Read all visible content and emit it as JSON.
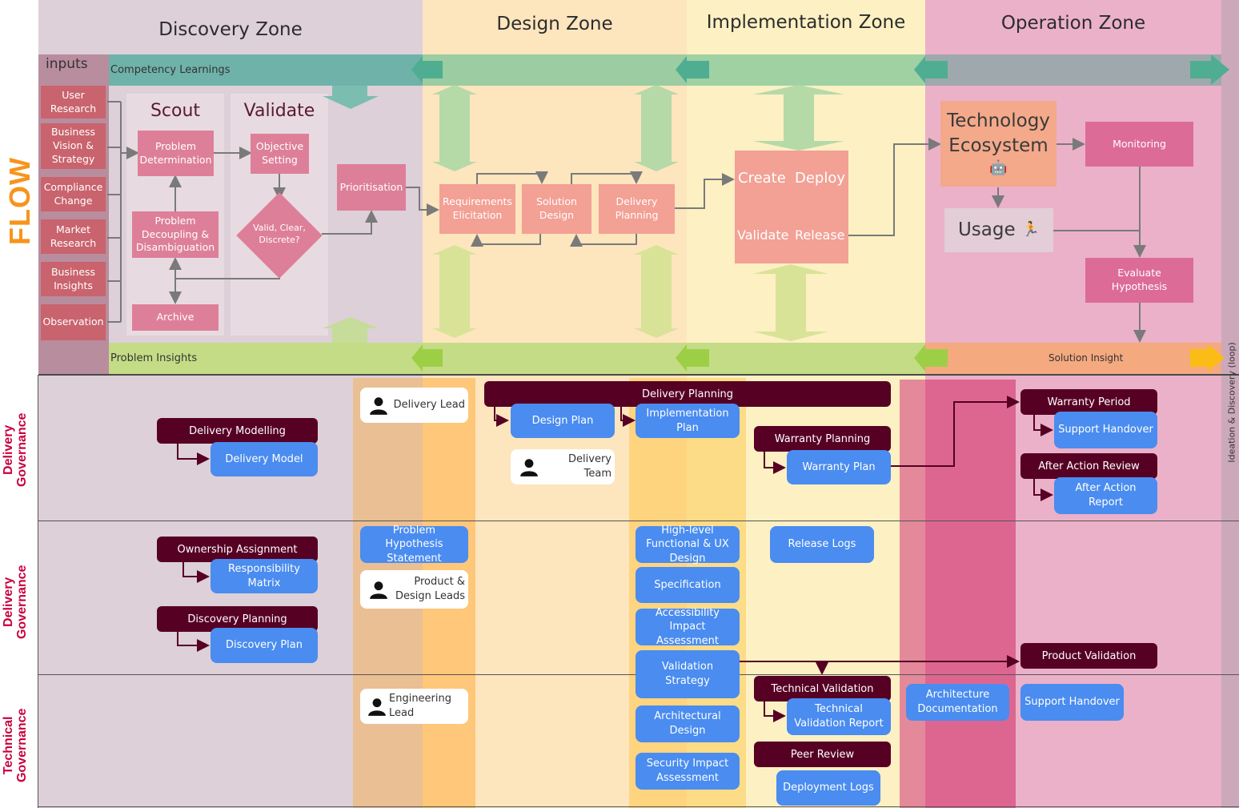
{
  "zones": {
    "discovery": "Discovery Zone",
    "design": "Design Zone",
    "implementation": "Implementation Zone",
    "operation": "Operation Zone"
  },
  "flow_label": "FLOW",
  "inputs_header": "inputs",
  "inputs": [
    "User Research",
    "Business Vision & Strategy",
    "Compliance Change",
    "Market Research",
    "Business Insights",
    "Observation"
  ],
  "bands": {
    "top": "Competency Learnings",
    "bottom_left": "Problem Insights",
    "bottom_right": "Solution Insight",
    "loop": "Ideation & Discovery (loop)"
  },
  "discovery": {
    "scout": "Scout",
    "validate": "Validate",
    "problem_determination": "Problem Determination",
    "objective_setting": "Objective Setting",
    "problem_decoupling": "Problem Decoupling & Disambiguation",
    "decision": "Valid, Clear, Discrete?",
    "archive": "Archive",
    "prioritisation": "Prioritisation"
  },
  "design": {
    "requirements": "Requirements Elicitation",
    "solution_design": "Solution Design",
    "delivery_planning": "Delivery Planning"
  },
  "implementation": {
    "create": "Create",
    "deploy": "Deploy",
    "validate": "Validate",
    "release": "Release"
  },
  "operation": {
    "tech_ecosystem": "Technology Ecosystem",
    "robot_icon": "🤖",
    "monitoring": "Monitoring",
    "usage": "Usage",
    "usage_icon": "🏃",
    "evaluate": "Evaluate Hypothesis"
  },
  "swimlanes": {
    "lane1": "Delivery Governance",
    "lane2": "Delivery Governance",
    "lane3": "Technical Governance"
  },
  "governance": {
    "delivery_modelling": "Delivery Modelling",
    "delivery_model": "Delivery Model",
    "delivery_lead": "Delivery Lead",
    "delivery_planning": "Delivery Planning",
    "design_plan": "Design Plan",
    "implementation_plan": "Implementation Plan",
    "delivery_team": "Delivery Team",
    "warranty_planning": "Warranty Planning",
    "warranty_plan": "Warranty Plan",
    "warranty_period": "Warranty Period",
    "support_handover_1": "Support Handover",
    "after_action_review": "After Action Review",
    "after_action_report": "After Action Report",
    "ownership_assignment": "Ownership Assignment",
    "responsibility_matrix": "Responsibility Matrix",
    "discovery_planning": "Discovery Planning",
    "discovery_plan": "Discovery Plan",
    "problem_hypothesis": "Problem Hypothesis Statement",
    "product_design_leads": "Product & Design Leads",
    "hl_functional": "High-level Functional & UX Design",
    "specification": "Specification",
    "accessibility": "Accessibility Impact Assessment",
    "validation_strategy": "Validation Strategy",
    "release_logs": "Release Logs",
    "product_validation": "Product Validation",
    "engineering_lead": "Engineering Lead",
    "architectural_design": "Architectural Design",
    "security_impact": "Security Impact Assessment",
    "technical_validation": "Technical Validation",
    "technical_validation_report": "Technical Validation Report",
    "peer_review": "Peer Review",
    "deployment_logs": "Deployment Logs",
    "architecture_documentation": "Architecture Documentation",
    "support_handover_2": "Support Handover"
  },
  "colors": {
    "discovery_bg": "#ddd0d8",
    "design_bg": "#fde4bd",
    "implementation_bg": "#fdefc1",
    "operation_bg": "#ebb1c9",
    "flow_orange": "#f7941d",
    "maroon": "#560024",
    "blue": "#4a8cf0"
  }
}
